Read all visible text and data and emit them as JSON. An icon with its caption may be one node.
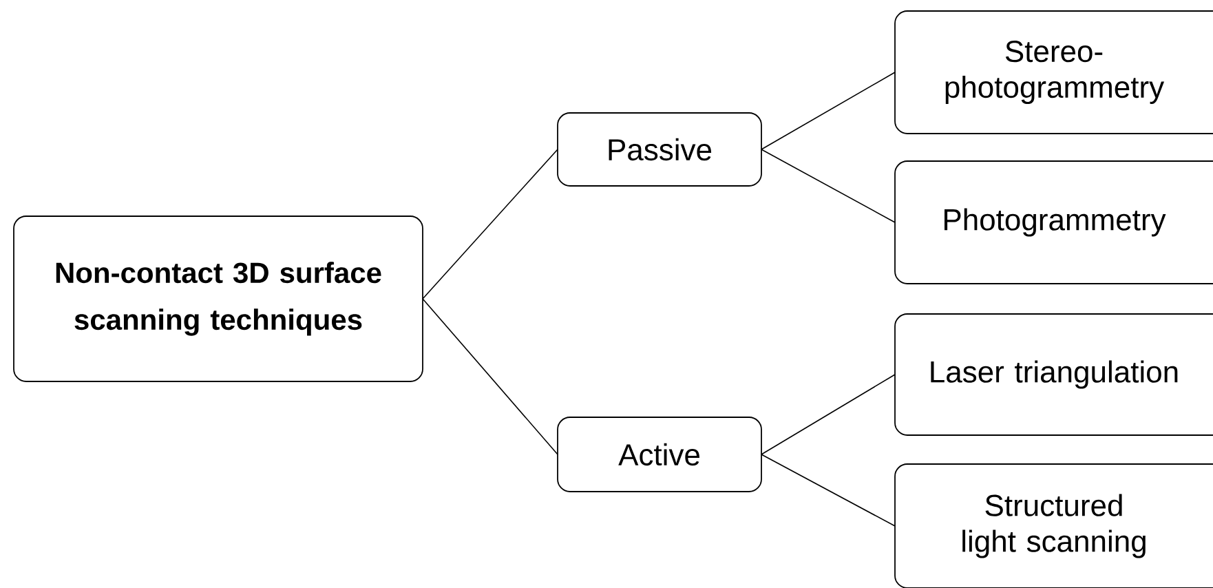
{
  "diagram": {
    "nodes": [
      {
        "text": [
          "Non-contact 3D surface scanning techniques"
        ]
      },
      {
        "text": [
          "Passive"
        ]
      },
      {
        "text": [
          "Active"
        ]
      },
      {
        "text": [
          "Stereo-photogrammetry"
        ]
      },
      {
        "text": [
          "Photogrammetry"
        ]
      },
      {
        "text": [
          "Laser triangulation"
        ]
      },
      {
        "text": [
          "Structured light scanning"
        ]
      }
    ],
    "edges": [
      {
        "from": 0,
        "to": 1,
        "arrow": "none"
      },
      {
        "from": 0,
        "to": 2,
        "arrow": "none"
      },
      {
        "from": 1,
        "to": 3,
        "arrow": "none"
      },
      {
        "from": 1,
        "to": 4,
        "arrow": "none"
      },
      {
        "from": 2,
        "to": 5,
        "arrow": "none"
      },
      {
        "from": 2,
        "to": 6,
        "arrow": "none"
      }
    ]
  }
}
